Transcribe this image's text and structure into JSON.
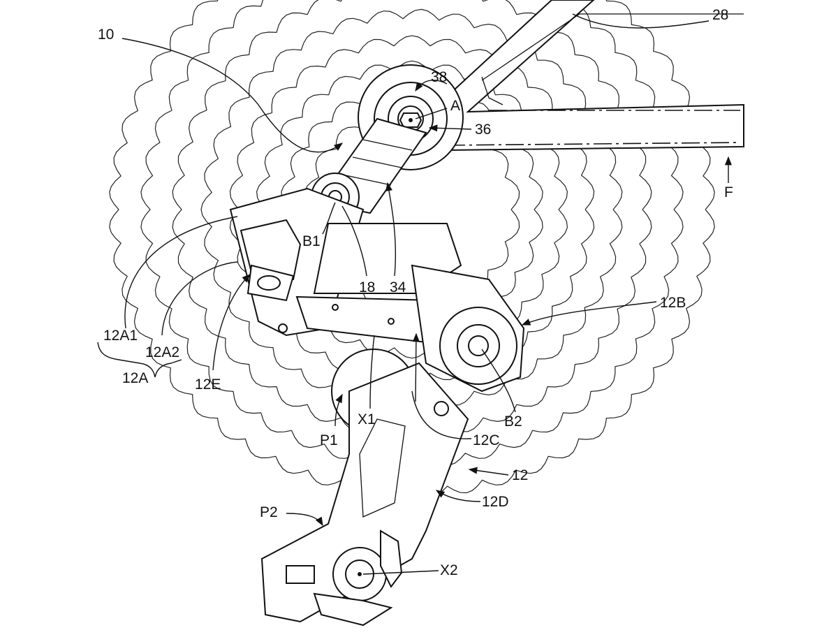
{
  "figure": {
    "labels": {
      "l10": "10",
      "l28": "28",
      "l38": "38",
      "lA": "A",
      "l36": "36",
      "lF": "F",
      "lB1": "B1",
      "l18": "18",
      "l34": "34",
      "l12B": "12B",
      "l12A1": "12A1",
      "l12A2": "12A2",
      "l12A": "12A",
      "l12E": "12E",
      "lX1": "X1",
      "lB2": "B2",
      "lP1": "P1",
      "l12C": "12C",
      "l12": "12",
      "l12D": "12D",
      "lP2": "P2",
      "lX2": "X2"
    }
  }
}
